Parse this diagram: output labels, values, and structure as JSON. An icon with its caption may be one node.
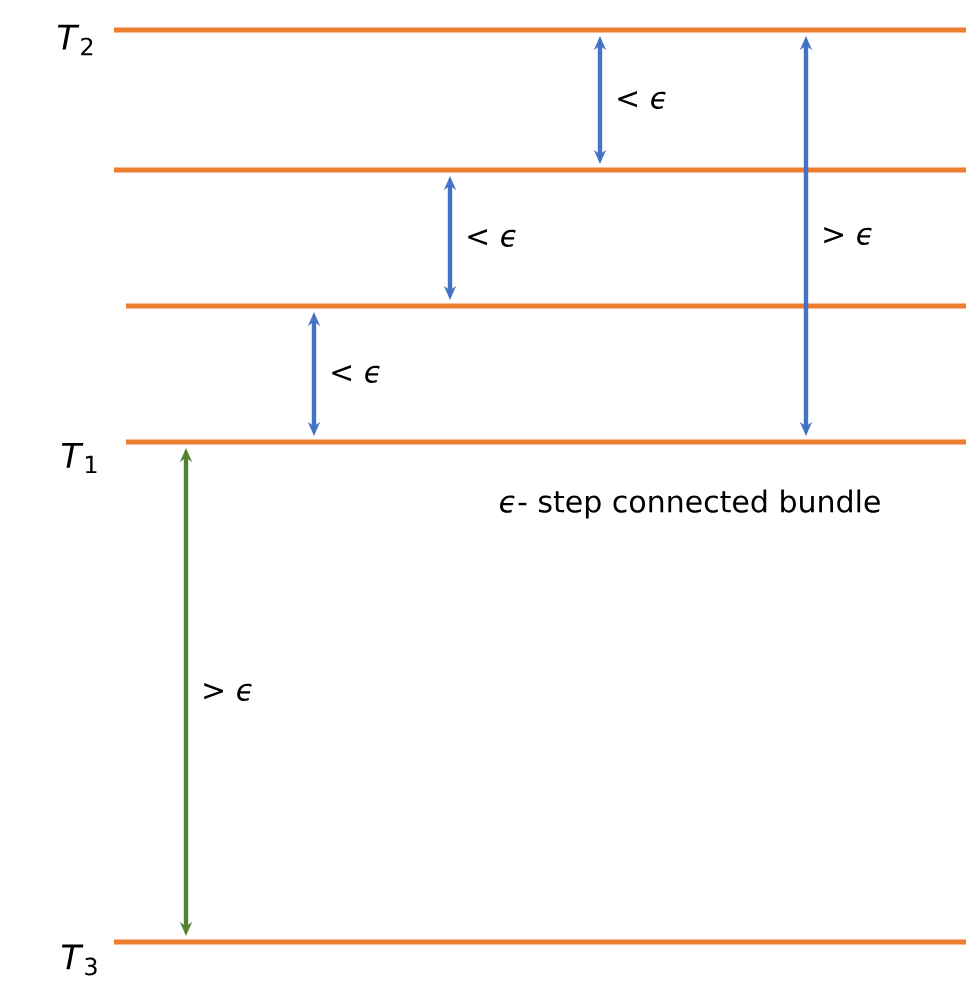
{
  "diagram": {
    "nodes": [
      {
        "text": [],
        "shape": "bar",
        "beside": [
          "*T*$_{2}$"
        ]
      },
      {
        "text": [],
        "shape": "bar"
      },
      {
        "text": [],
        "shape": "bar"
      },
      {
        "text": [],
        "shape": "bar",
        "beside": [
          "*T*$_{1}$"
        ]
      },
      {
        "text": [],
        "shape": "bar",
        "beside": [
          "*T*$_{3}$"
        ]
      }
    ],
    "edges": [
      {
        "from": 0,
        "to": 1,
        "arrow": "both",
        "label": "< *ϵ*"
      },
      {
        "from": 1,
        "to": 2,
        "arrow": "both",
        "label": "< *ϵ*"
      },
      {
        "from": 2,
        "to": 3,
        "arrow": "both",
        "label": "< *ϵ*"
      },
      {
        "from": 0,
        "to": 3,
        "arrow": "both",
        "label": "> *ϵ*"
      },
      {
        "from": 3,
        "to": 4,
        "arrow": "both",
        "label": "> *ϵ*",
        "color": "#548235"
      }
    ],
    "labels": [
      "*ϵ*- step connected bundle"
    ]
  }
}
